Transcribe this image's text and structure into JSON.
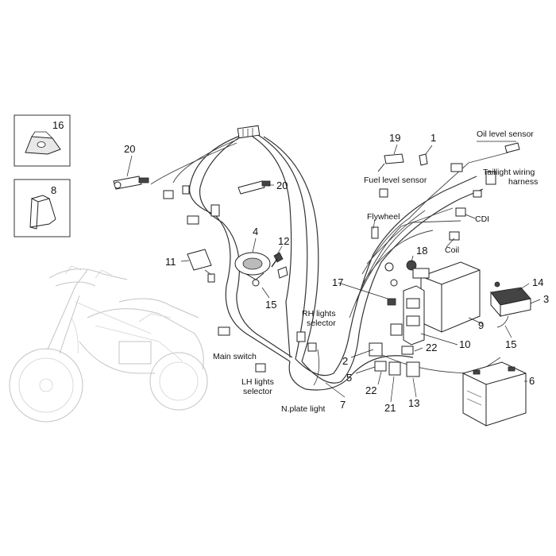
{
  "callouts": {
    "n1": "1",
    "n2": "2",
    "n3": "3",
    "n4": "4",
    "n5": "5",
    "n6": "6",
    "n7": "7",
    "n8": "8",
    "n9": "9",
    "n10": "10",
    "n11": "11",
    "n12": "12",
    "n13": "13",
    "n14": "14",
    "n15a": "15",
    "n15b": "15",
    "n16": "16",
    "n17": "17",
    "n18": "18",
    "n19": "19",
    "n20a": "20",
    "n20b": "20",
    "n21": "21",
    "n22a": "22",
    "n22b": "22"
  },
  "labels": {
    "oil_level_sensor": "Oil level sensor",
    "taillight_line1": "Taillight wiring",
    "taillight_line2": "harness",
    "fuel_level_sensor": "Fuel level sensor",
    "flywheel": "Flywheel",
    "cdi": "CDI",
    "coil": "Coil",
    "rh_lights_line1": "RH lights",
    "rh_lights_line2": "selector",
    "main_switch": "Main switch",
    "lh_lights_line1": "LH lights",
    "lh_lights_line2": "selector",
    "nplate_light": "N.plate light"
  }
}
